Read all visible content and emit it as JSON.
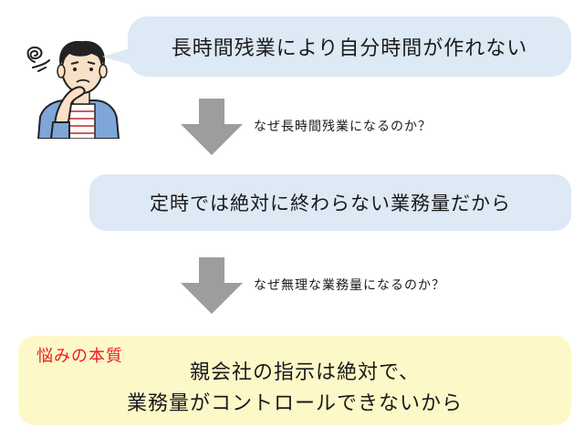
{
  "problem": {
    "text": "長時間残業により自分時間が作れない"
  },
  "step1": {
    "question": "なぜ長時間残業になるのか？",
    "answer": "定時では絶対に終わらない業務量だから"
  },
  "step2": {
    "question": "なぜ無理な業務量になるのか？"
  },
  "root_cause": {
    "label": "悩みの本質",
    "line1": "親会社の指示は絶対で、",
    "line2": "業務量がコントロールできないから"
  },
  "colors": {
    "bubble_bg": "#dde9f4",
    "result_bg": "#fdf8c8",
    "arrow": "#9d9d9d",
    "label_red": "#ee1c1c",
    "shirt_blue": "#7ea6d8"
  },
  "icons": {
    "person": "worried-man-icon",
    "confusion": "scribble-icon",
    "arrow": "arrow-down-icon"
  }
}
